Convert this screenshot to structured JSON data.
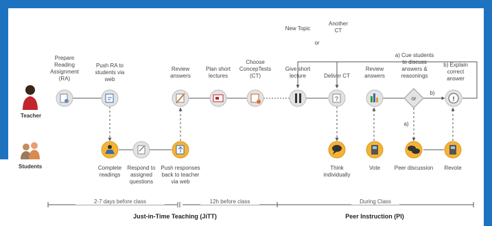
{
  "teacher_steps": [
    {
      "label": "Prepare\nReading\nAssignment\n(RA)",
      "icon": "target-doc-icon"
    },
    {
      "label": "Push RA to\nstudents via\nweb",
      "icon": "upload-doc-icon"
    },
    {
      "label": "Review\nanswers",
      "icon": "pen-doc-icon"
    },
    {
      "label": "Plan short\nlectures",
      "icon": "slides-icon"
    },
    {
      "label": "Choose\nConcepTests\n(CT)",
      "icon": "checklist-icon"
    },
    {
      "label": "Give short\nlecture",
      "icon": "lecture-icon"
    },
    {
      "label": "Deliver CT",
      "icon": "question-icon"
    },
    {
      "label": "Review\nanswers",
      "icon": "bar-chart-icon"
    },
    {
      "label": "a) Cue students\nto discuss\nanswers &\nreasonings",
      "icon": "or-decision-icon"
    },
    {
      "label": "b) Explain\ncorrect\nanswer",
      "icon": "exclamation-icon"
    }
  ],
  "student_steps": [
    {
      "label": "Complete\nreadings",
      "icon": "reading-icon"
    },
    {
      "label": "Respond to\nassigned\nquestions",
      "icon": "answer-sheet-icon"
    },
    {
      "label": "Push responses\nback to teacher\nvia web",
      "icon": "upload-icon"
    },
    {
      "label": "Think\nindividually",
      "icon": "thought-bubble-icon"
    },
    {
      "label": "Vote",
      "icon": "clicker-icon"
    },
    {
      "label": "Peer discussion",
      "icon": "discussion-icon"
    },
    {
      "label": "Revote",
      "icon": "clicker-icon"
    }
  ],
  "roles": {
    "teacher": "Teacher",
    "students": "Students"
  },
  "branches": {
    "new_topic": "New Topic",
    "another_ct": "Another\nCT",
    "or": "or",
    "decision": "or",
    "a_label": "a)",
    "b_label": "b)"
  },
  "timeline": {
    "before_class": "2-7 days before class",
    "hours_before": "12h before class",
    "during": "During Class",
    "jitt": "Just-in-Time Teaching (JiTT)",
    "pi": "Peer Instruction (PI)"
  },
  "colors": {
    "background_frame": "#1e73c0",
    "teacher_node": "#e3e3e3",
    "student_node": "#f5b335",
    "line": "#555555",
    "teacher_figure": "#c0262b",
    "student_figure": "#e8a070"
  }
}
